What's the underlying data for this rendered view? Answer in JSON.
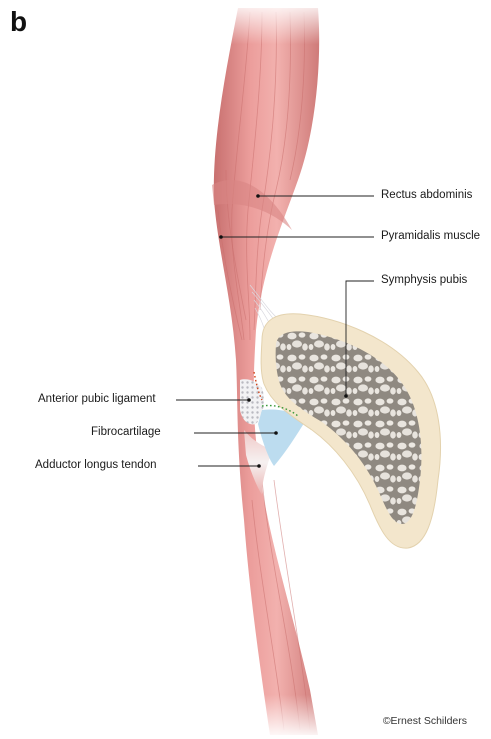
{
  "panel_label": "b",
  "labels": {
    "rectus_abdominis": "Rectus abdominis",
    "pyramidalis_muscle": "Pyramidalis muscle",
    "symphysis_pubis": "Symphysis pubis",
    "anterior_pubic_ligament": "Anterior pubic ligament",
    "fibrocartilage": "Fibrocartilage",
    "adductor_longus_tendon": "Adductor longus tendon"
  },
  "credit": "©Ernest Schilders",
  "colors": {
    "muscle": "#e89a9a",
    "muscle_dark": "#c8706f",
    "bone_cortex": "#f3e6cc",
    "bone_cancellous": "#9a948c",
    "fibrocartilage": "#bcdcef",
    "ligament": "#e6e6ea",
    "leader_line": "#222222"
  }
}
